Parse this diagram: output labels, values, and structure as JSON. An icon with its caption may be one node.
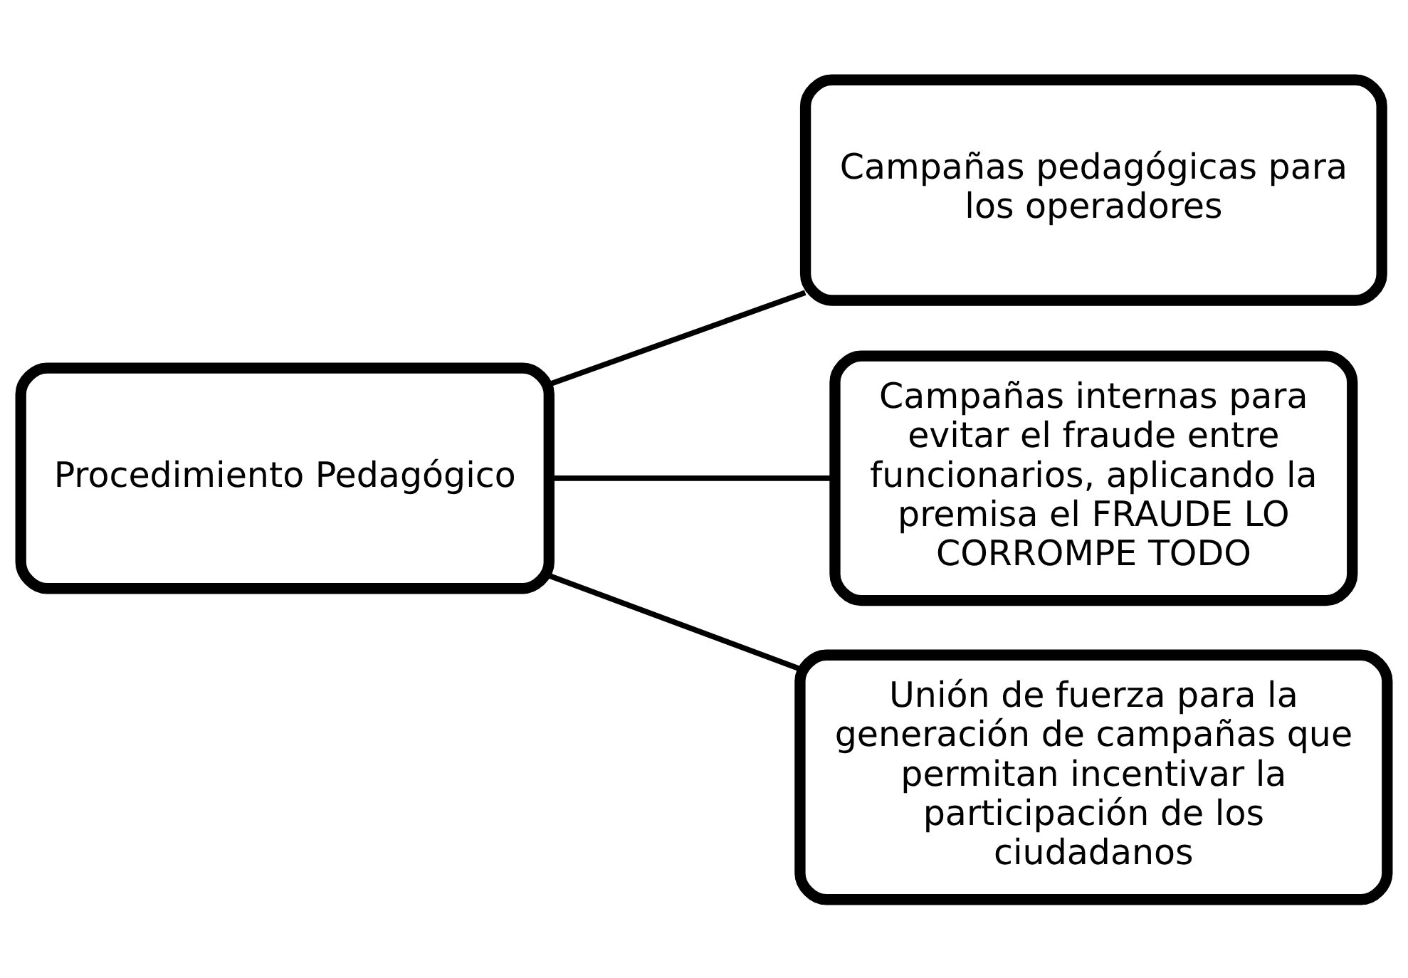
{
  "diagram": {
    "nodes": [
      {
        "text": [
          "Procedimiento Pedagógico"
        ]
      },
      {
        "text": [
          "Campañas pedagógicas para los operadores"
        ]
      },
      {
        "text": [
          "Campañas internas para evitar el fraude entre funcionarios, aplicando la premisa el FRAUDE LO CORROMPE TODO"
        ]
      },
      {
        "text": [
          "Unión de fuerza para la generación de campañas que permitan incentivar la participación de los ciudadanos"
        ]
      }
    ],
    "edges": [
      {
        "from": 0,
        "to": 1,
        "arrow": "none"
      },
      {
        "from": 0,
        "to": 2,
        "arrow": "none"
      },
      {
        "from": 0,
        "to": 3,
        "arrow": "none"
      }
    ]
  }
}
